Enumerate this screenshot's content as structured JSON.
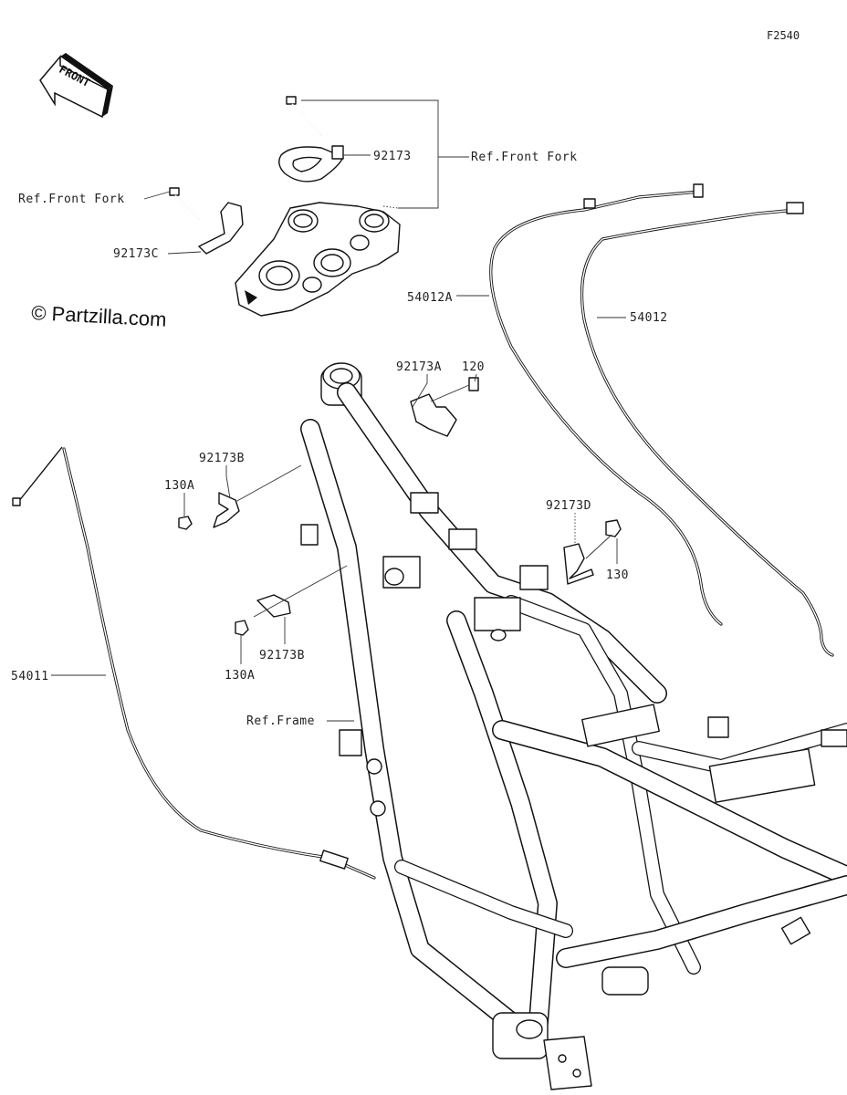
{
  "figure_code": "F2540",
  "front_arrow_label": "FRONT",
  "watermark": "© Partzilla.com",
  "labels": {
    "p92173": "92173",
    "ref_front_fork_right": "Ref.Front Fork",
    "ref_front_fork_left": "Ref.Front Fork",
    "p92173C": "92173C",
    "p54012A": "54012A",
    "p54012": "54012",
    "p92173A": "92173A",
    "p120": "120",
    "p92173B_upper": "92173B",
    "p130A_upper": "130A",
    "p92173D": "92173D",
    "p130": "130",
    "p92173B_lower": "92173B",
    "p130A_lower": "130A",
    "p54011": "54011",
    "ref_frame": "Ref.Frame"
  }
}
